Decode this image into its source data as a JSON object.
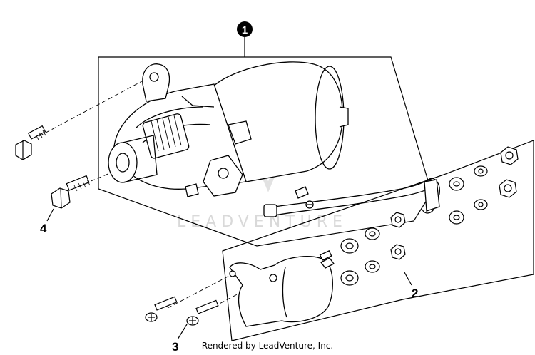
{
  "callouts": {
    "c1": "1",
    "c2": "2",
    "c3": "3",
    "c4": "4"
  },
  "watermark": "LEADVENTURE",
  "credit": "Rendered by LeadVenture, Inc.",
  "colors": {
    "line": "#000000",
    "watermark": "#d9d9d9",
    "background": "#ffffff"
  }
}
